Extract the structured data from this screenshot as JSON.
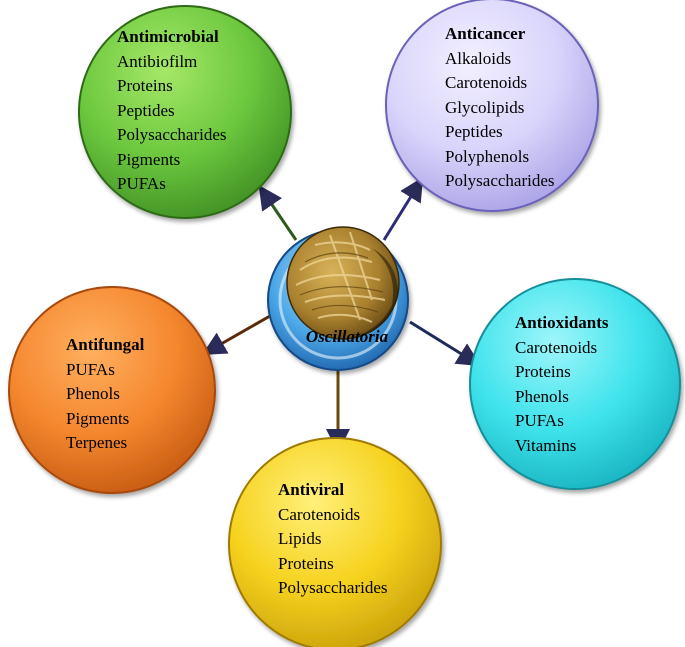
{
  "center": {
    "label": "Oscillatoria"
  },
  "groups": [
    {
      "id": "antimicrobial",
      "title": "Antimicrobial",
      "items": [
        "Antibiofilm",
        "Proteins",
        "Peptides",
        "Polysaccharides",
        "Pigments",
        "PUFAs"
      ],
      "color": "#5fbf3a"
    },
    {
      "id": "anticancer",
      "title": "Anticancer",
      "items": [
        "Alkaloids",
        "Carotenoids",
        "Glycolipids",
        "Peptides",
        "Polyphenols",
        "Polysaccharides"
      ],
      "color": "#d6d2fb"
    },
    {
      "id": "antifungal",
      "title": "Antifungal",
      "items": [
        "PUFAs",
        "Phenols",
        "Pigments",
        "Terpenes"
      ],
      "color": "#f4852b"
    },
    {
      "id": "antioxidants",
      "title": "Antioxidants",
      "items": [
        "Carotenoids",
        "Proteins",
        "Phenols",
        "PUFAs",
        "Vitamins"
      ],
      "color": "#3fe6ee"
    },
    {
      "id": "antiviral",
      "title": "Antiviral",
      "items": [
        "Carotenoids",
        "Lipids",
        "Proteins",
        "Polysaccharides"
      ],
      "color": "#f5d21e"
    }
  ]
}
